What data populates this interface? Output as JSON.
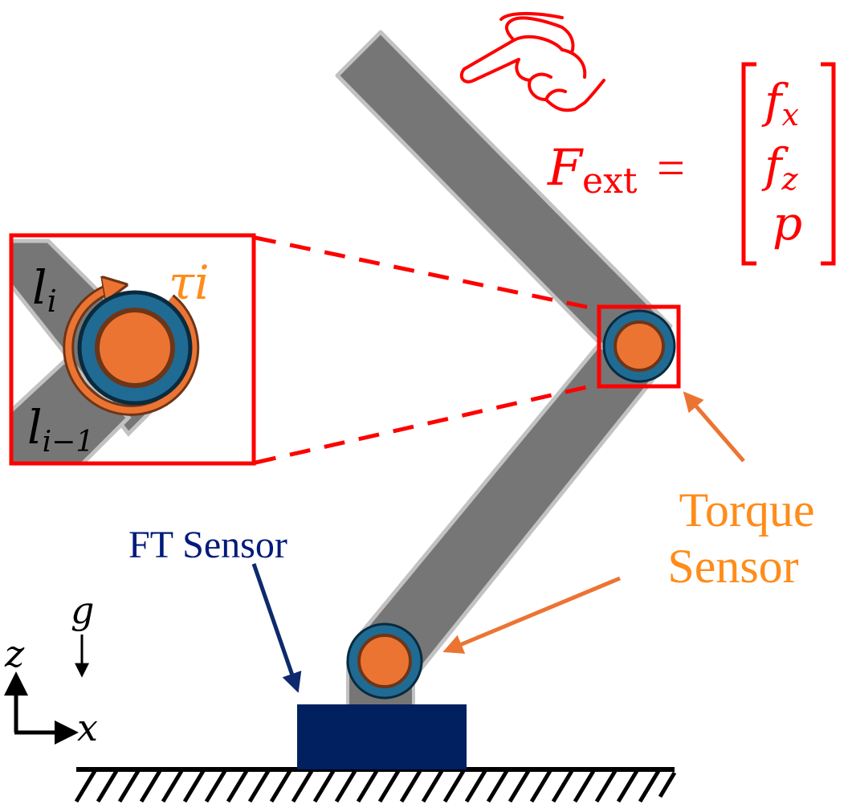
{
  "colors": {
    "link": "#767676",
    "link_edge": "#c2c2c2",
    "joint_ring": "#1f6b93",
    "joint_core": "#ec7433",
    "joint_outline": "#6e3517",
    "base": "#00205f",
    "highlight": "#ff0000",
    "torque_label": "#ff8c1a",
    "ft_label": "#001a7a",
    "axis": "#000000"
  },
  "force_equation": {
    "lhs_symbol": "F",
    "lhs_subscript": "ext",
    "equals": "=",
    "vector": [
      {
        "symbol": "f",
        "subscript": "x"
      },
      {
        "symbol": "f",
        "subscript": "z"
      },
      {
        "symbol": "p",
        "subscript": ""
      }
    ]
  },
  "zoom_inset": {
    "torque_symbol": "τ",
    "torque_subscript": "i",
    "link_upper_symbol": "l",
    "link_upper_subscript": "i",
    "link_lower_symbol": "l",
    "link_lower_subscript": "i−1"
  },
  "labels": {
    "ft_sensor": "FT Sensor",
    "torque_sensor_line1": "Torque",
    "torque_sensor_line2": "Sensor"
  },
  "axes": {
    "gravity": "g",
    "z": "z",
    "x": "x"
  },
  "icons": {
    "hand": "pointing-hand-icon"
  }
}
